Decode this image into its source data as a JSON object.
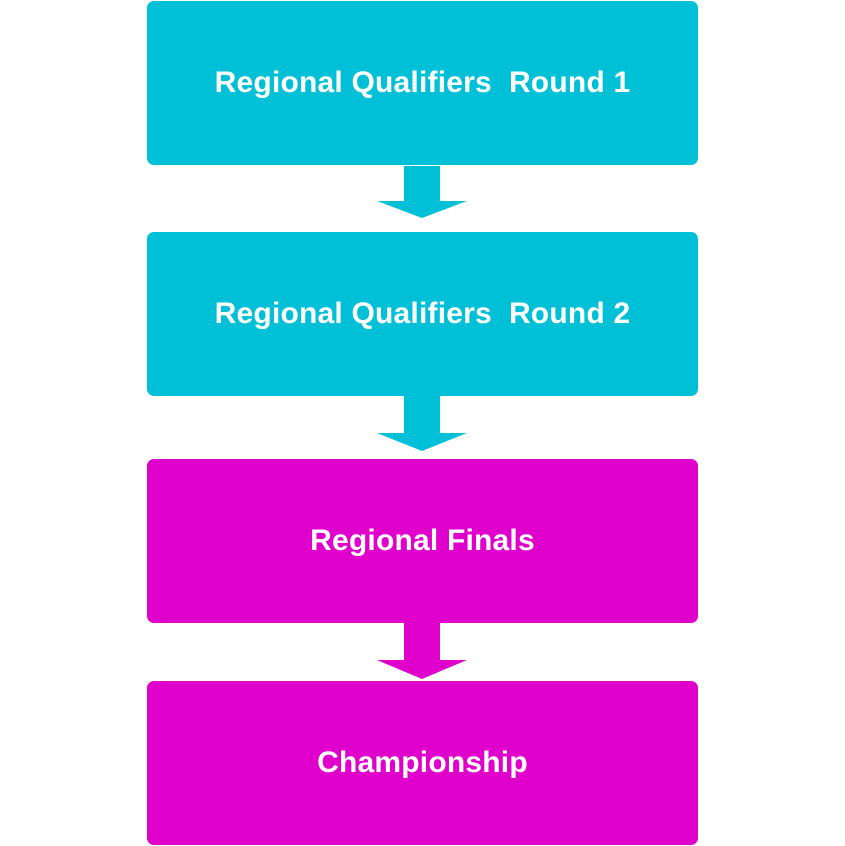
{
  "colors": {
    "cyan": "#00C0D8",
    "magenta": "#E000CC"
  },
  "flow": {
    "steps": [
      {
        "label": "Regional Qualifiers  Round 1",
        "color": "#00C0D8"
      },
      {
        "label": "Regional Qualifiers  Round 2",
        "color": "#00C0D8"
      },
      {
        "label": "Regional Finals",
        "color": "#E000CC"
      },
      {
        "label": "Championship",
        "color": "#E000CC"
      }
    ],
    "arrows": [
      {
        "color": "#00C0D8"
      },
      {
        "color": "#00C0D8"
      },
      {
        "color": "#E000CC"
      }
    ]
  }
}
